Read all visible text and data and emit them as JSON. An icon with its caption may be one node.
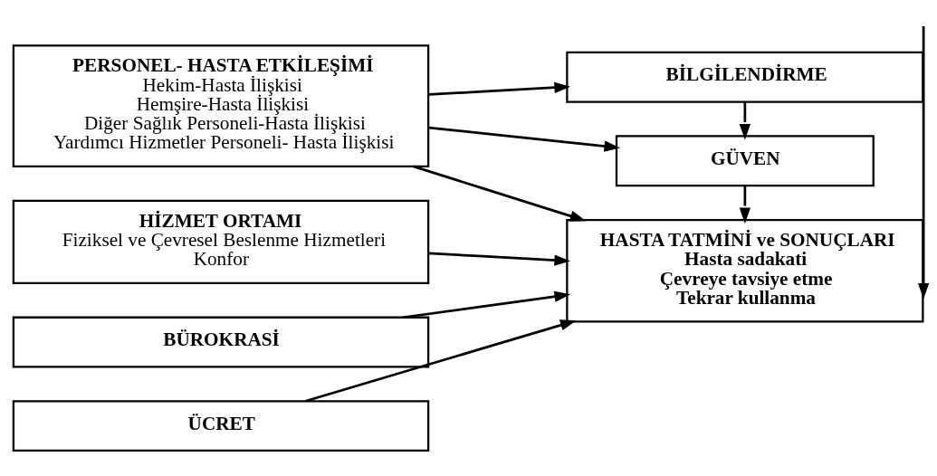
{
  "diagram": {
    "nodes": [
      {
        "text": [
          "PERSONEL- HASTA ETKİLEŞİMİ",
          "Hekim-Hasta İlişkisi",
          "Hemşire-Hasta İlişkisi",
          "Diğer Sağlık Personeli-Hasta İlişkisi",
          "Yardımcı Hizmetler Personeli- Hasta İlişkisi"
        ]
      },
      {
        "text": [
          "HİZMET ORTAMI",
          "Fiziksel ve Çevresel Beslenme Hizmetleri",
          "Konfor"
        ]
      },
      {
        "text": [
          "BÜROKRASİ"
        ]
      },
      {
        "text": [
          "ÜCRET"
        ]
      },
      {
        "text": [
          "BİLGİLENDİRME"
        ]
      },
      {
        "text": [
          "GÜVEN"
        ]
      },
      {
        "text": [
          "HASTA TATMİNİ ve SONUÇLARI",
          "Hasta sadakati",
          "Çevreye tavsiye etme",
          "Tekrar kullanma"
        ]
      }
    ],
    "edges": [
      {
        "from": 0,
        "to": 4,
        "arrow": "to"
      },
      {
        "from": 0,
        "to": 5,
        "arrow": "to"
      },
      {
        "from": 4,
        "to": 5,
        "arrow": "to"
      },
      {
        "from": 4,
        "to": 6,
        "arrow": "to"
      },
      {
        "from": 5,
        "to": 6,
        "arrow": "to"
      },
      {
        "from": 0,
        "to": 6,
        "arrow": "to"
      },
      {
        "from": 1,
        "to": 6,
        "arrow": "to"
      },
      {
        "from": 2,
        "to": 6,
        "arrow": "to"
      },
      {
        "from": 3,
        "to": 6,
        "arrow": "to"
      }
    ]
  }
}
